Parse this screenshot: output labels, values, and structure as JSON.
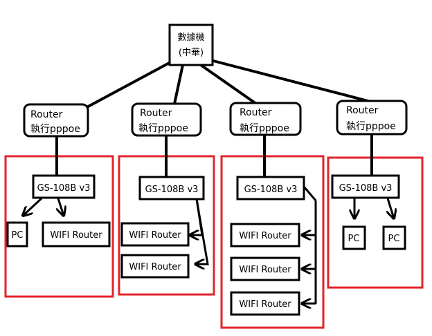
{
  "modem": {
    "line1": "數據機",
    "line2": "(中華)"
  },
  "routers": [
    {
      "line1": "Router",
      "line2": "執行pppoe"
    },
    {
      "line1": "Router",
      "line2": "執行pppoe"
    },
    {
      "line1": "Router",
      "line2": "執行pppoe"
    },
    {
      "line1": "Router",
      "line2": "執行pppoe"
    }
  ],
  "groups": [
    {
      "switch": "GS-108B v3",
      "devices": [
        "PC",
        "WIFI Router"
      ]
    },
    {
      "switch": "GS-108B v3",
      "devices": [
        "WIFI Router",
        "WIFI Router"
      ]
    },
    {
      "switch": "GS-108B v3",
      "devices": [
        "WIFI Router",
        "WIFI Router",
        "WIFI Router"
      ]
    },
    {
      "switch": "GS-108B v3",
      "devices": [
        "PC",
        "PC"
      ]
    }
  ],
  "colors": {
    "group_border": "#e3232a",
    "lines": "#000000",
    "background": "#ffffff"
  }
}
